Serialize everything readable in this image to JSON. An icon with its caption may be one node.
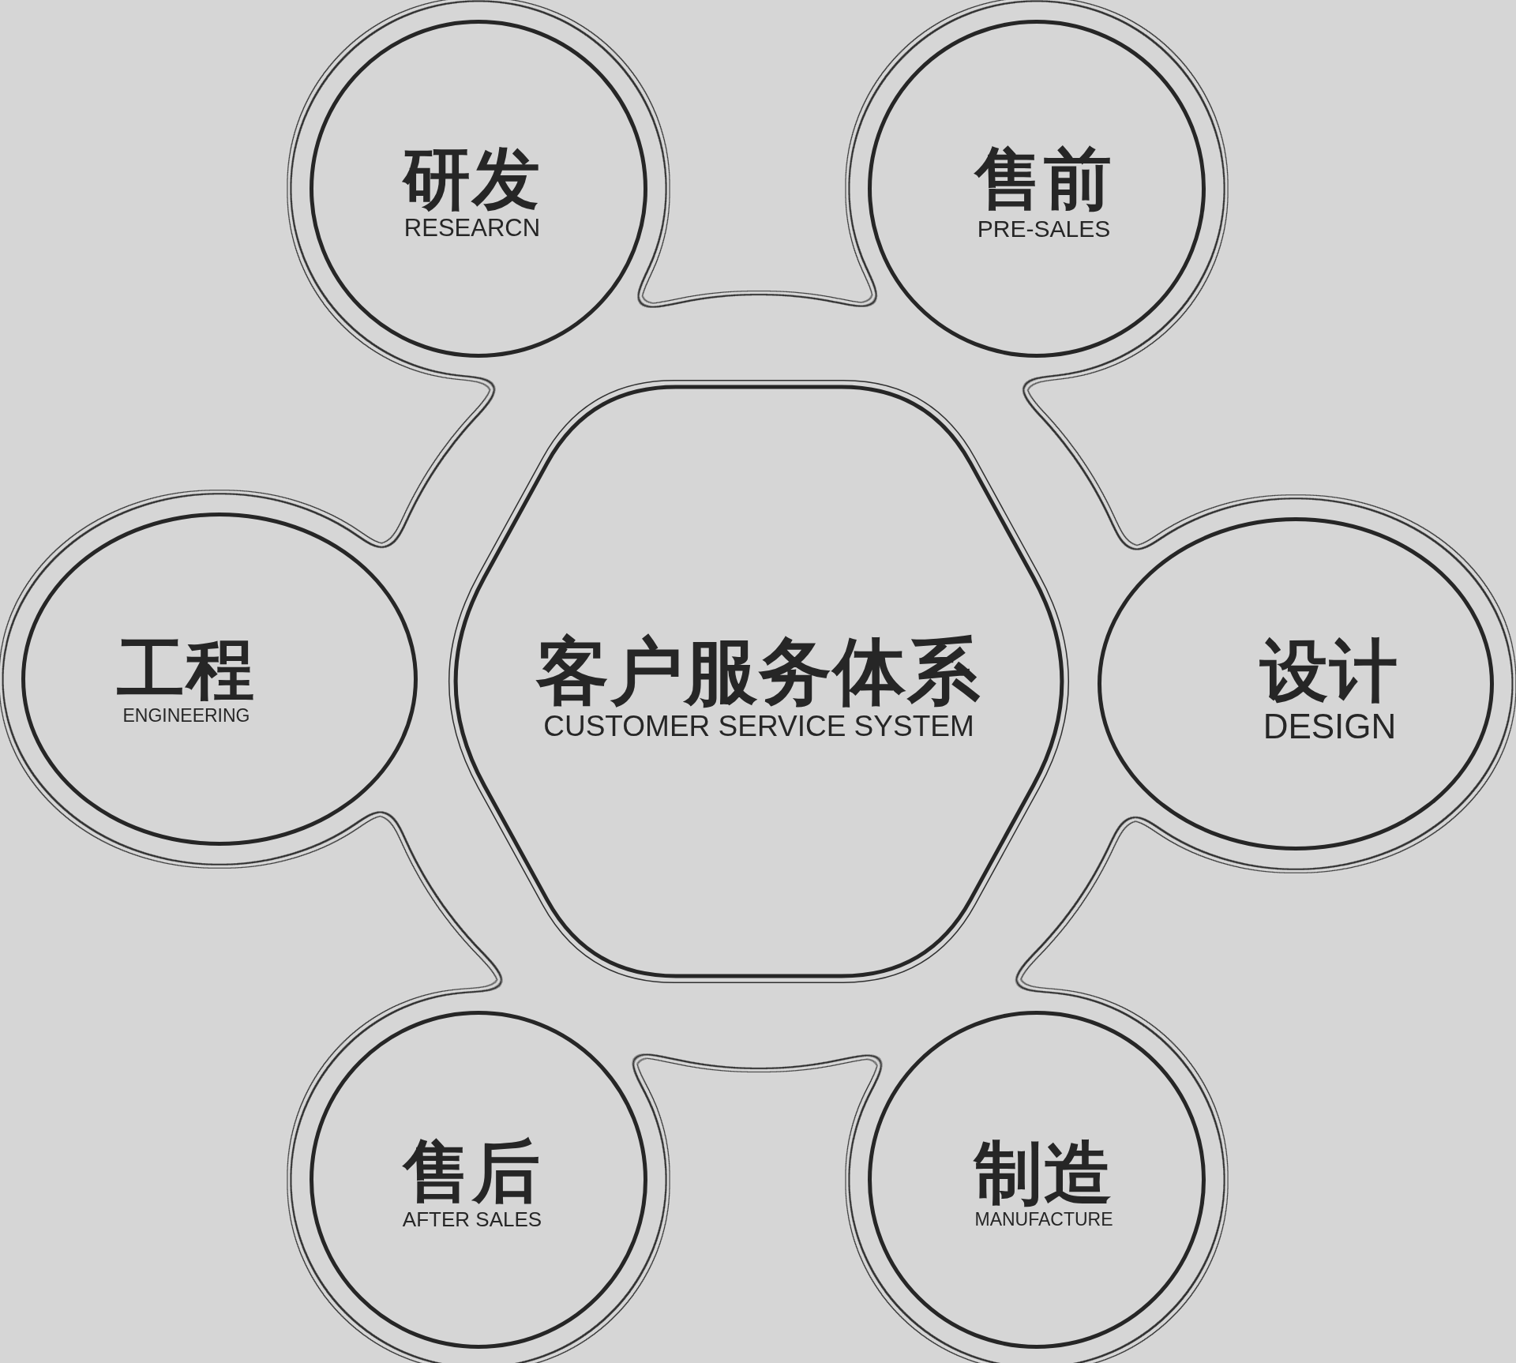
{
  "diagram": {
    "nodes": [
      {
        "text": [
          "研发",
          "RESEARCN"
        ]
      },
      {
        "text": [
          "售前",
          "PRE-SALES"
        ]
      },
      {
        "text": [
          "工程",
          "ENGINEERING"
        ]
      },
      {
        "text": [
          "客户服务体系",
          "CUSTOMER SERVICE SYSTEM"
        ]
      },
      {
        "text": [
          "设计",
          "DESIGN"
        ]
      },
      {
        "text": [
          "售后",
          "AFTER SALES"
        ]
      },
      {
        "text": [
          "制造",
          "MANUFACTURE"
        ]
      }
    ]
  }
}
